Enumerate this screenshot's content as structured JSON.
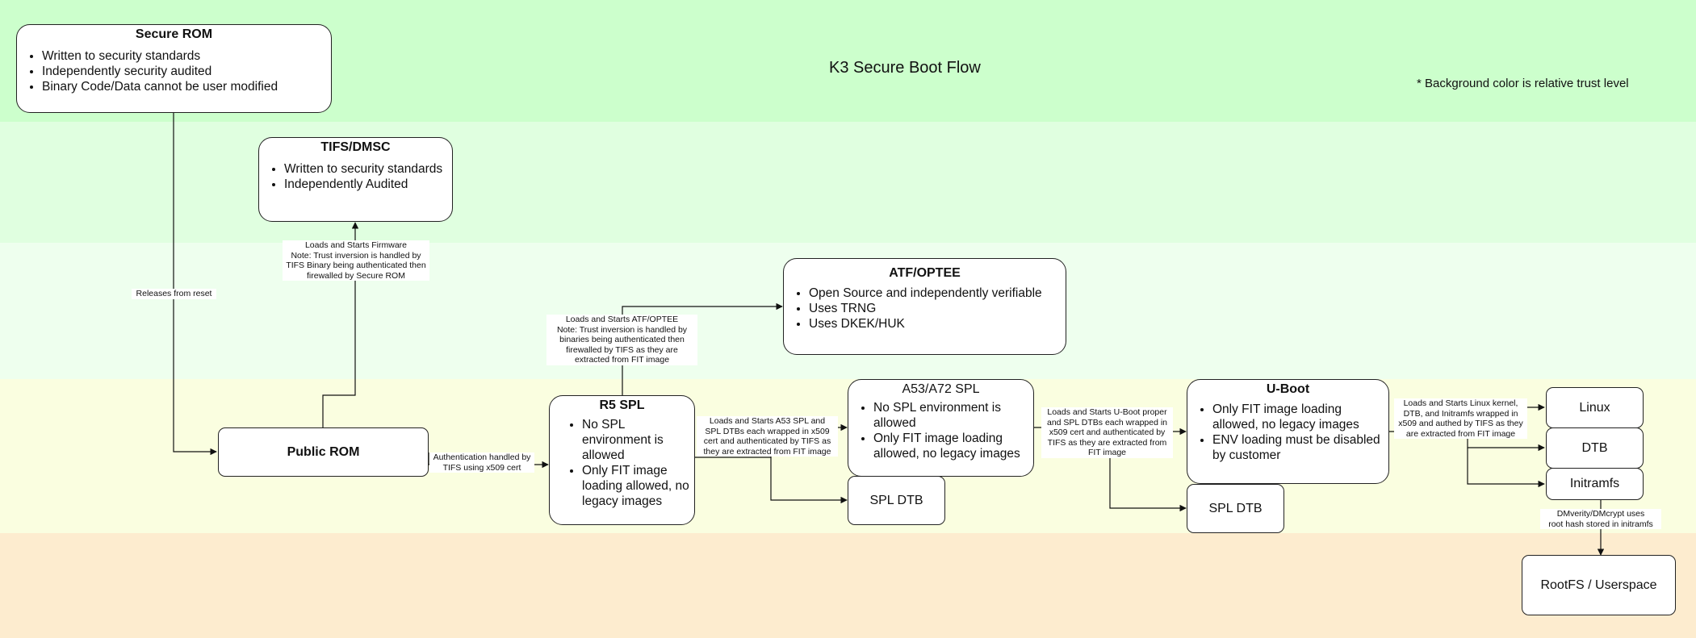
{
  "title": "K3 Secure Boot Flow",
  "note": "* Background color is relative trust level",
  "colors": {
    "band1": "#ccffcc",
    "band2": "#e0ffe0",
    "band3": "#eeffee",
    "band4": "#fafee0",
    "band5": "#fdeccf",
    "line": "#111111"
  },
  "boxes": {
    "secure_rom": {
      "title": "Secure ROM",
      "items": [
        "Written to security standards",
        "Independently security audited",
        "Binary Code/Data cannot be user modified"
      ]
    },
    "tifs": {
      "title": "TIFS/DMSC",
      "items": [
        "Written to security standards",
        "Independently Audited"
      ]
    },
    "atf": {
      "title": "ATF/OPTEE",
      "items": [
        "Open Source and independently verifiable",
        "Uses TRNG",
        "Uses DKEK/HUK"
      ]
    },
    "public_rom": {
      "title": "Public ROM"
    },
    "r5_spl": {
      "title": "R5 SPL",
      "items": [
        "No SPL environment is allowed",
        "Only FIT image loading allowed, no legacy images"
      ]
    },
    "a53_spl": {
      "title": "A53/A72 SPL",
      "items": [
        "No SPL environment is allowed",
        "Only FIT image loading allowed, no legacy images"
      ]
    },
    "spl_dtb_1": {
      "title": "SPL DTB"
    },
    "uboot": {
      "title": "U-Boot",
      "items": [
        "Only FIT image loading allowed, no legacy images",
        "ENV loading must be disabled by customer"
      ]
    },
    "spl_dtb_2": {
      "title": "SPL DTB"
    },
    "linux": {
      "title": "Linux"
    },
    "dtb": {
      "title": "DTB"
    },
    "initramfs": {
      "title": "Initramfs"
    },
    "rootfs": {
      "title": "RootFS / Userspace"
    }
  },
  "labels": {
    "releases": "Releases from reset",
    "tifs_load": "Loads and Starts Firmware\nNote: Trust inversion is handled by\nTIFS Binary being authenticated then\nfirewalled by Secure ROM",
    "auth_tifs": "Authentication handled by\nTIFS using x509 cert",
    "atf_load": "Loads and Starts ATF/OPTEE\nNote: Trust inversion is handled by\nbinaries being authenticated then\nfirewalled by TIFS as they are\nextracted from FIT image",
    "a53_load": "Loads and Starts A53 SPL and\nSPL DTBs each wrapped in x509\ncert and authenticated by TIFS as\nthey are extracted from FIT image",
    "uboot_load": "Loads and Starts U-Boot proper\nand SPL DTBs each wrapped in\nx509 cert and authenticated by\nTIFS as they are extracted from\nFIT image",
    "linux_load": "Loads and Starts Linux kernel,\nDTB, and Initramfs wrapped in\nx509 and authed by TIFS as they\nare extracted from FIT image",
    "dmverity": "DMverity/DMcrypt uses\nroot hash stored in initramfs"
  }
}
